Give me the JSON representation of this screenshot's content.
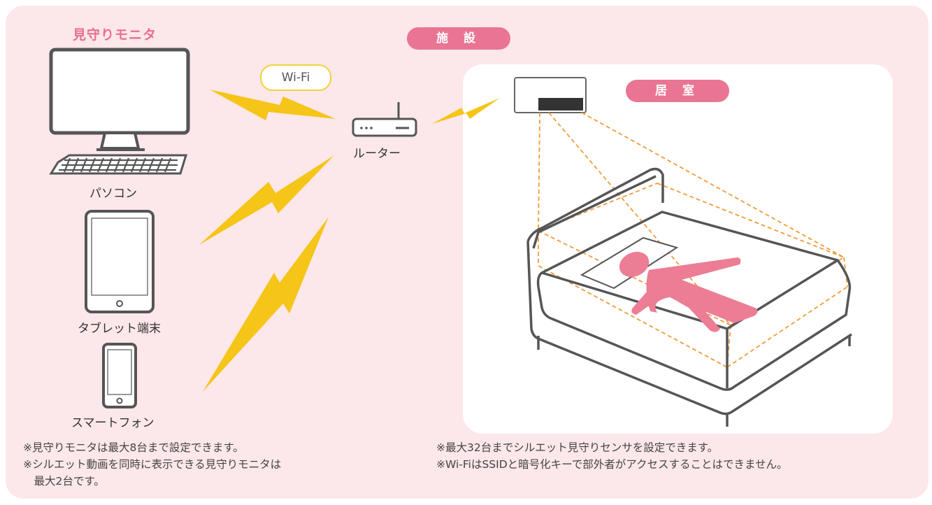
{
  "monitor_title": "見守りモニタ",
  "facility_label": "施 設",
  "room_label": "居 室",
  "wifi_label": "Wi-Fi",
  "devices": {
    "pc": "パソコン",
    "tablet": "タブレット端末",
    "smartphone": "スマートフォン",
    "router": "ルーター"
  },
  "notes_left": [
    "※見守りモニタは最大8台まで設定できます。",
    "※シルエット動画を同時に表示できる見守りモニタは",
    "　最大2台です。"
  ],
  "notes_right": [
    "※最大32台までシルエット見守りセンサを設定できます。",
    "※Wi-FiはSSIDと暗号化キーで部外者がアクセスすることはできません。"
  ],
  "colors": {
    "accent_pink": "#ea7593",
    "bolt_yellow": "#f5c518",
    "panel_bg": "#fce7ea",
    "sensor_dash": "#f29a3a"
  }
}
